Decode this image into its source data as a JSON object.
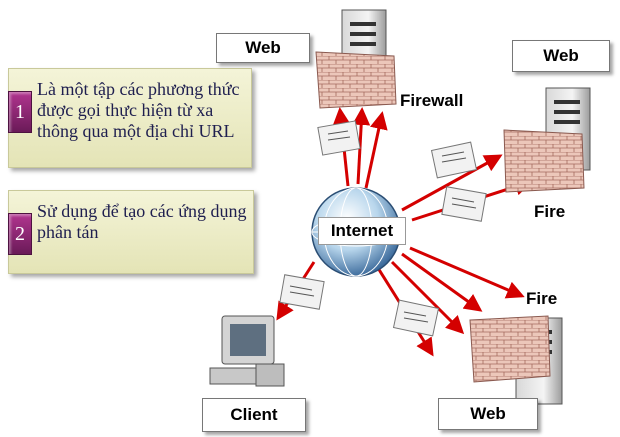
{
  "notes": [
    {
      "number": "1",
      "text": "Là một tập các phương thức được gọi thực hiện từ xa thông qua một địa chỉ URL"
    },
    {
      "number": "2",
      "text": "Sử dụng để tạo các ứng dụng phân tán"
    }
  ],
  "nodes": {
    "web_top": "Web",
    "web_right": "Web",
    "web_bottom": "Web",
    "client": "Client",
    "internet": "Internet"
  },
  "firewall_labels": {
    "top": "Firewall",
    "right": "Fire",
    "bottom": "Fire"
  },
  "colors": {
    "arrow": "#d40000",
    "note_badge": "#8b2174",
    "firewall_brick": "#e8c1b4"
  }
}
